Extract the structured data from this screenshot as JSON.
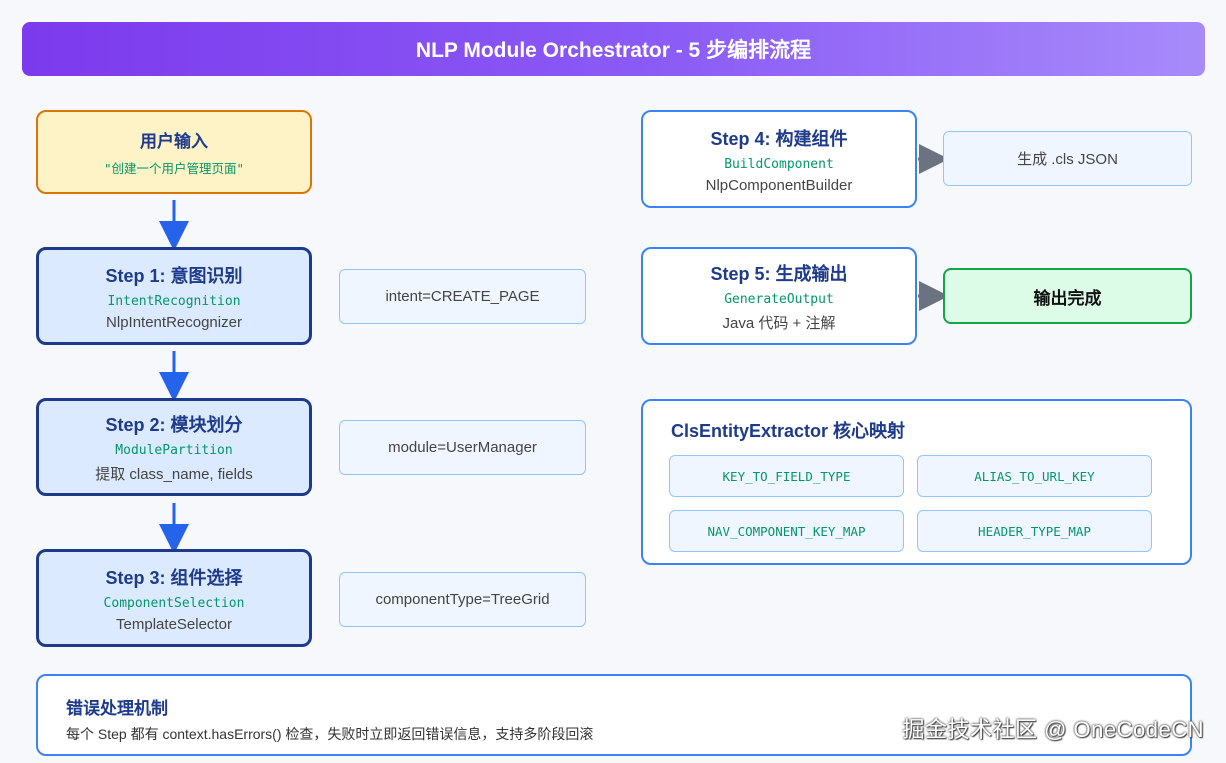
{
  "banner": {
    "title": "NLP Module Orchestrator - 5 步编排流程"
  },
  "user_input": {
    "title": "用户输入",
    "quote": "\"创建一个用户管理页面\""
  },
  "steps_left": [
    {
      "title": "Step 1: 意图识别",
      "code": "IntentRecognition",
      "desc": "NlpIntentRecognizer",
      "output": "intent=CREATE_PAGE"
    },
    {
      "title": "Step 2: 模块划分",
      "code": "ModulePartition",
      "desc": "提取 class_name, fields",
      "output": "module=UserManager"
    },
    {
      "title": "Step 3: 组件选择",
      "code": "ComponentSelection",
      "desc": "TemplateSelector",
      "output": "componentType=TreeGrid"
    }
  ],
  "steps_right": [
    {
      "title": "Step 4: 构建组件",
      "code": "BuildComponent",
      "desc": "NlpComponentBuilder",
      "output": "生成 .cls JSON"
    },
    {
      "title": "Step 5: 生成输出",
      "code": "GenerateOutput",
      "desc": "Java 代码 + 注解",
      "output": "输出完成"
    }
  ],
  "extractor": {
    "title": "ClsEntityExtractor 核心映射",
    "maps": [
      "KEY_TO_FIELD_TYPE",
      "ALIAS_TO_URL_KEY",
      "NAV_COMPONENT_KEY_MAP",
      "HEADER_TYPE_MAP"
    ]
  },
  "error_handling": {
    "title": "错误处理机制",
    "desc": "每个 Step 都有 context.hasErrors() 检查，失败时立即返回错误信息，支持多阶段回滚"
  },
  "watermark": "掘金技术社区 @ OneCodeCN",
  "colors": {
    "primary": "#1e3a8a",
    "accent": "#3b82f6",
    "code": "#059669",
    "banner_from": "#7c3aed",
    "banner_to": "#a78bfa",
    "input_fill": "#fef3c7",
    "input_border": "#d97706",
    "done_fill": "#dcfce7",
    "done_border": "#16a34a"
  }
}
